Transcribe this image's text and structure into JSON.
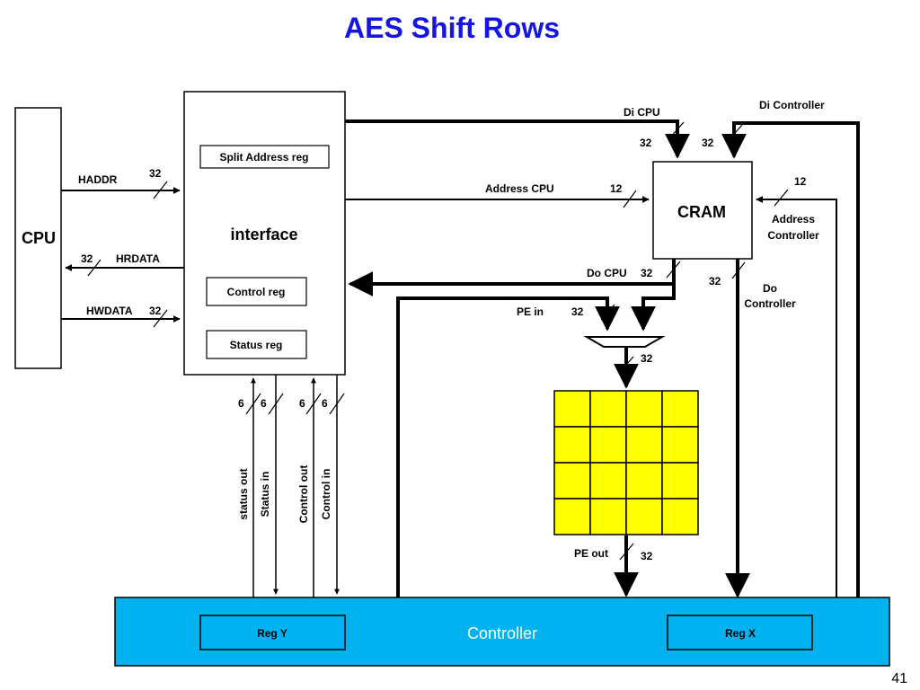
{
  "slide": {
    "title": "AES Shift Rows",
    "page_number": "41"
  },
  "blocks": {
    "cpu": "CPU",
    "interface": "interface",
    "split_address_reg": "Split Address reg",
    "control_reg": "Control reg",
    "status_reg": "Status reg",
    "cram": "CRAM",
    "controller": "Controller",
    "reg_y": "Reg Y",
    "reg_x": "Reg X"
  },
  "signals": {
    "haddr": "HADDR",
    "hrdata": "HRDATA",
    "hwdata": "HWDATA",
    "di_cpu": "Di CPU",
    "di_controller": "Di Controller",
    "address_cpu": "Address CPU",
    "address_controller_1": "Address",
    "address_controller_2": "Controller",
    "do_cpu": "Do CPU",
    "do_controller_1": "Do",
    "do_controller_2": "Controller",
    "pe_in": "PE in",
    "pe_out": "PE out",
    "status_out": "status out",
    "status_in": "Status in",
    "control_out": "Control out",
    "control_in": "Control in"
  },
  "widths": {
    "haddr": "32",
    "hrdata": "32",
    "hwdata": "32",
    "di_cpu": "32",
    "di_controller": "32",
    "address_cpu": "12",
    "address_controller": "12",
    "do_cpu": "32",
    "do_controller": "32",
    "pe_in": "32",
    "mux_out": "32",
    "pe_out": "32",
    "status_out": "6",
    "status_in": "6",
    "control_out": "6",
    "control_in": "6"
  },
  "colors": {
    "title": "#1616e0",
    "controller_fill": "#00b2f0",
    "pe_fill": "#ffff00",
    "line": "#000000"
  }
}
